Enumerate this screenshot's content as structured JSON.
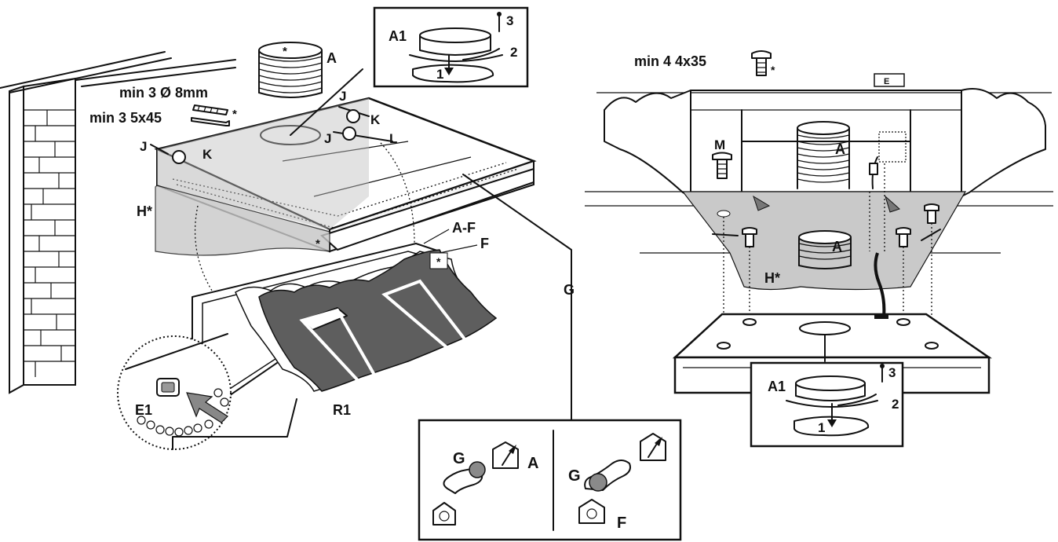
{
  "labels": {
    "ducting": "A",
    "ducting_right_top": "A",
    "ducting_right_mid": "A",
    "adapter_left": "A1",
    "adapter_right": "A1",
    "step_1": "1",
    "step_2": "2",
    "step_3": "3",
    "anchors_spec": "min 3 Ø 8mm",
    "screws_spec": "min 3 5x45",
    "ceiling_screws_spec": "min 4 4x35",
    "star": "*",
    "j": "J",
    "k": "K",
    "l": "L",
    "h": "H*",
    "a_f": "A-F",
    "f": "F",
    "g": "G",
    "r1": "R1",
    "e1": "E1",
    "m": "M",
    "e_box": "E",
    "knob_g": "G",
    "knob_a": "A",
    "knob_f": "F"
  }
}
